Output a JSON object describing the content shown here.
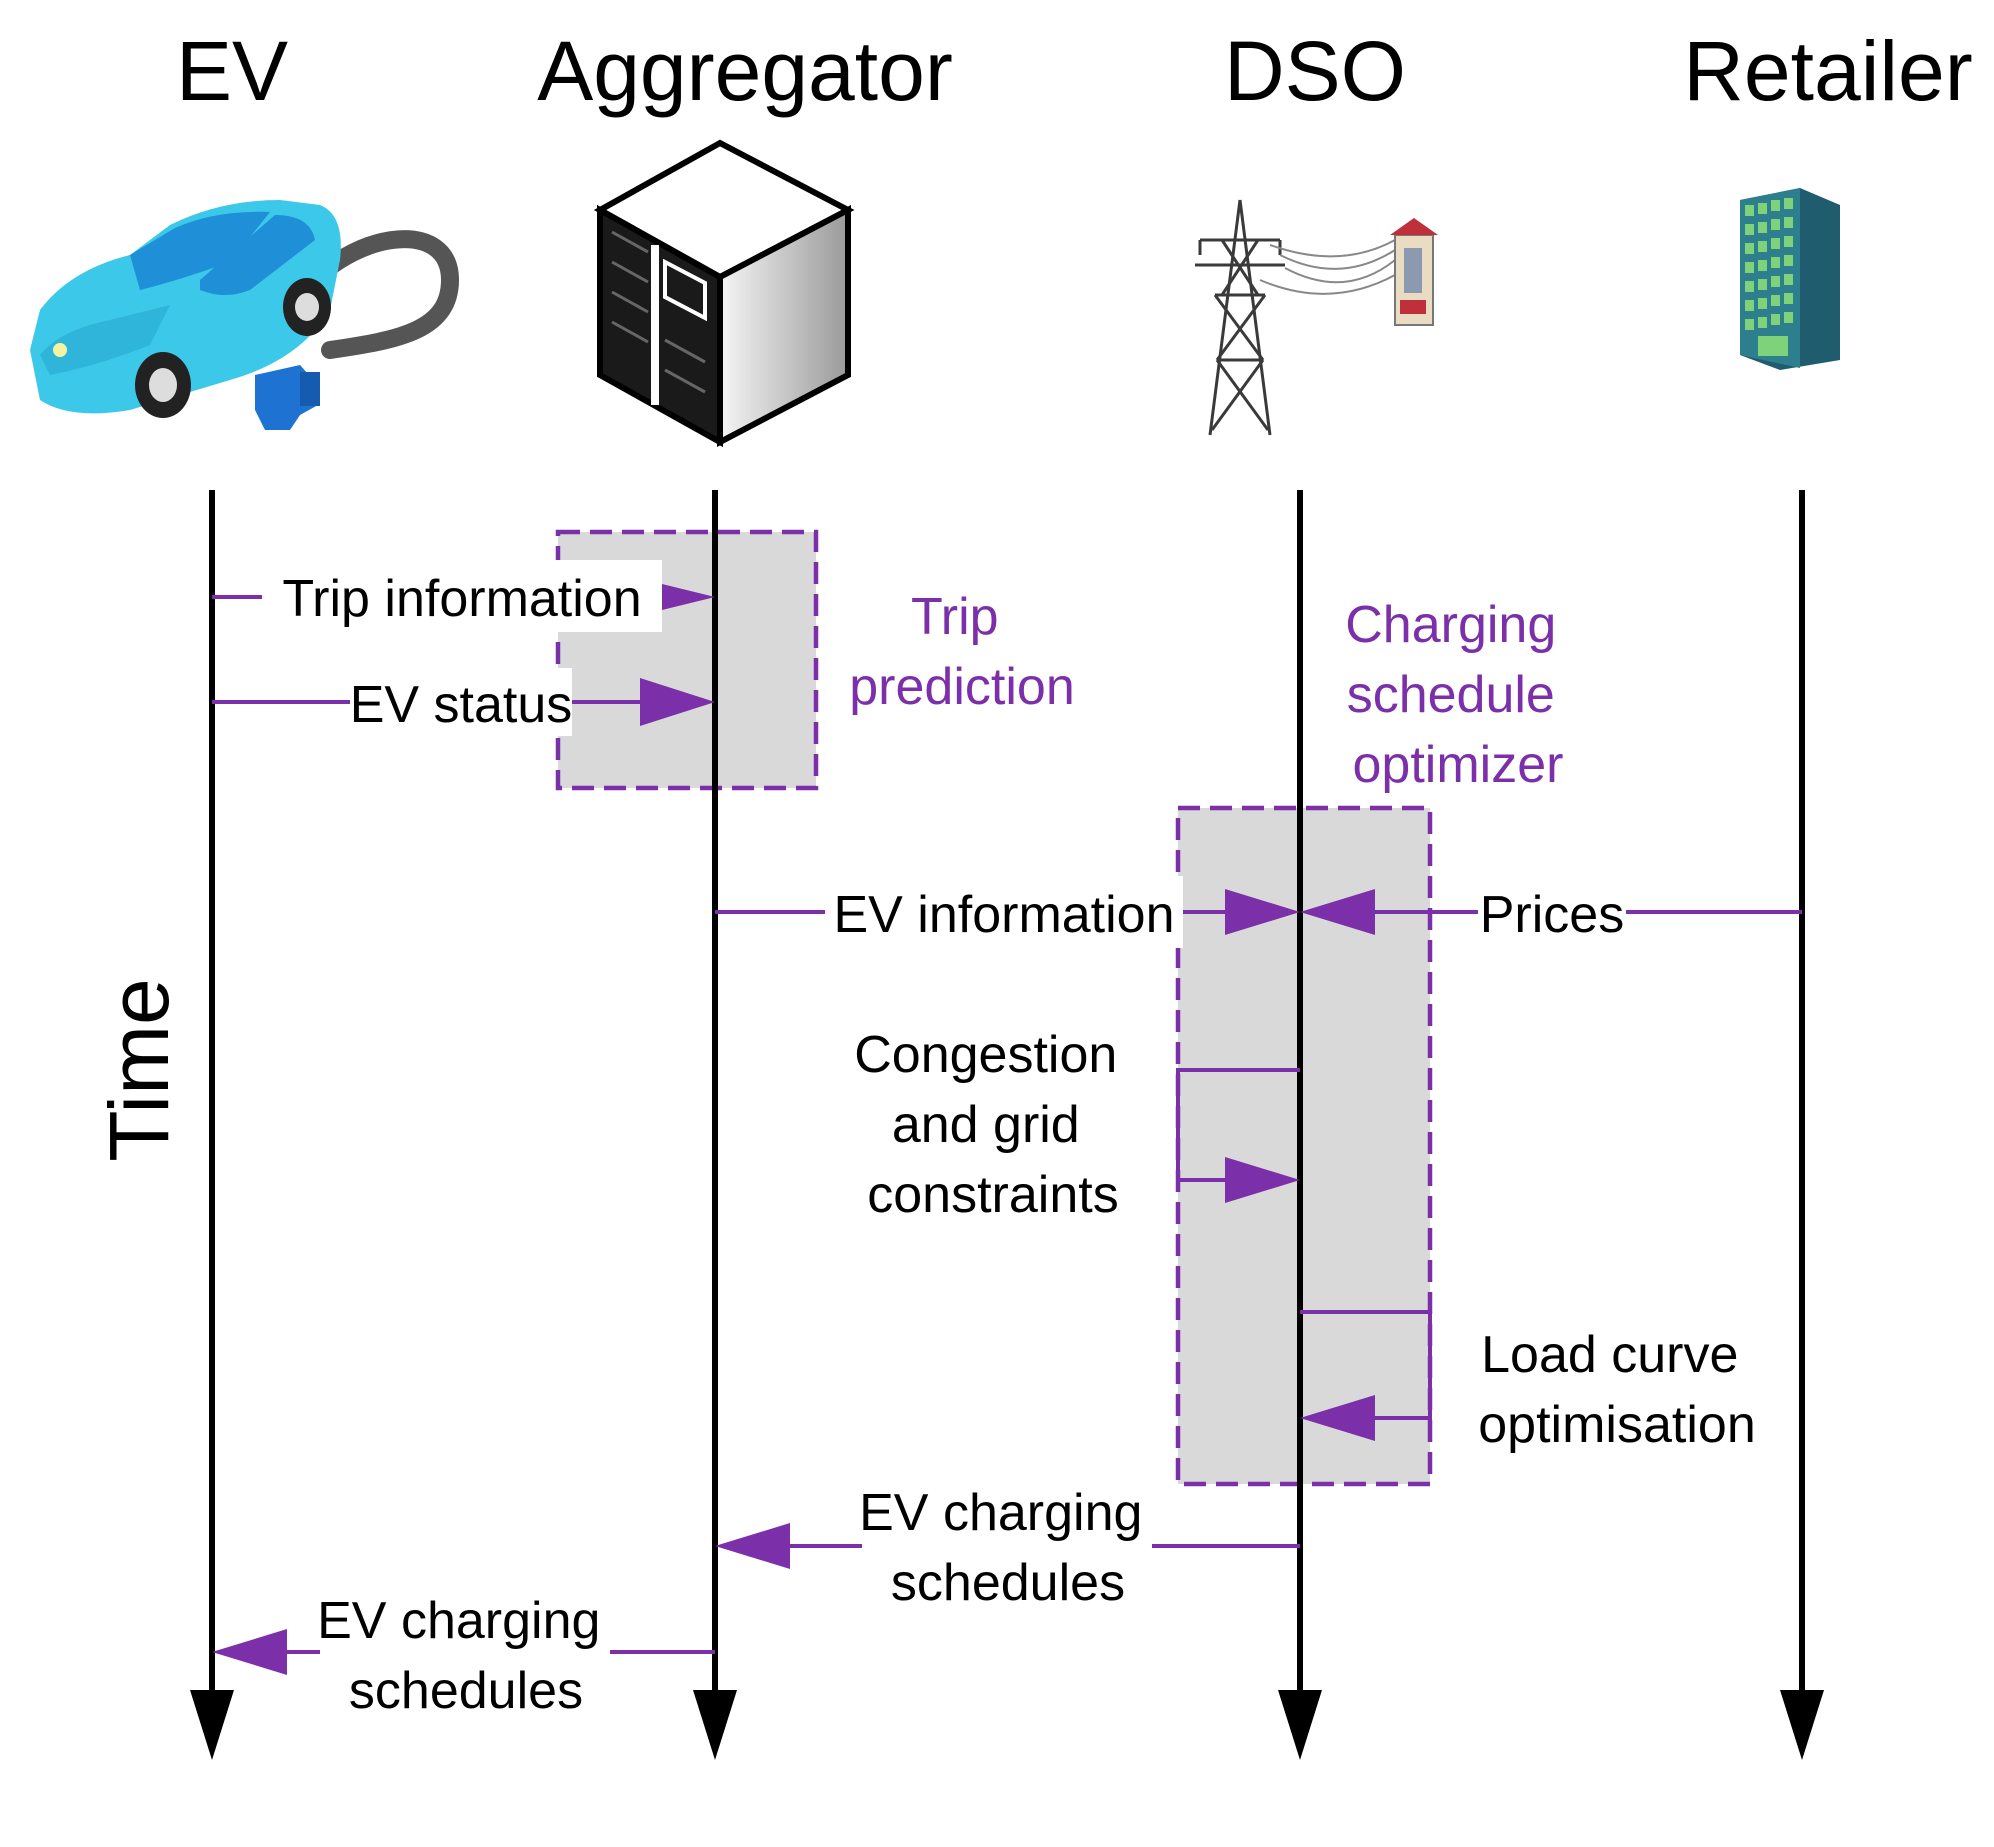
{
  "colors": {
    "accent": "#7B2FA8",
    "box_fill": "#D9D9D9",
    "line": "#000000"
  },
  "actors": {
    "ev": "EV",
    "aggregator": "Aggregator",
    "dso": "DSO",
    "retailer": "Retailer"
  },
  "icons": {
    "ev": "electric-car-icon",
    "aggregator": "server-cube-icon",
    "dso": "power-pylon-icon",
    "retailer": "office-building-icon"
  },
  "axis": {
    "time": "Time"
  },
  "processes": {
    "trip_prediction": [
      "Trip",
      "prediction"
    ],
    "optimizer": [
      "Charging",
      "schedule",
      "optimizer"
    ]
  },
  "messages": {
    "trip_information": "Trip information",
    "ev_status": "EV status",
    "ev_information": "EV information",
    "prices": "Prices",
    "congestion": [
      "Congestion",
      "and grid",
      "constraints"
    ],
    "load_curve": [
      "Load curve",
      "optimisation"
    ],
    "dso_schedules": [
      "EV charging",
      "schedules"
    ],
    "agg_schedules": [
      "EV charging",
      "schedules"
    ]
  }
}
